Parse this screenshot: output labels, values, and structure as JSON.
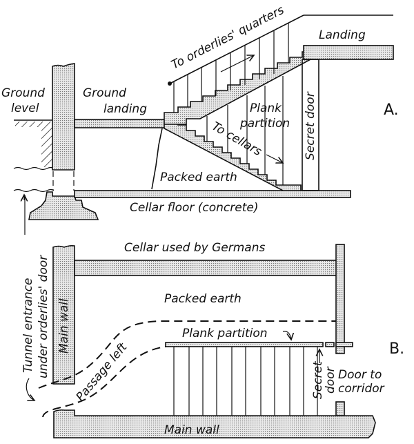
{
  "diagram": {
    "panel_a": {
      "marker": "A.",
      "labels": {
        "ground_level": [
          "Ground",
          "level"
        ],
        "ground_landing": [
          "Ground",
          "landing"
        ],
        "to_orderlies_quarters": "To orderlies' quarters",
        "landing": "Landing",
        "plank_partition": [
          "Plank",
          "partition"
        ],
        "to_cellars": "To cellars",
        "secret_door": "Secret door",
        "packed_earth": "Packed earth",
        "cellar_floor": "Cellar floor (concrete)"
      }
    },
    "panel_b": {
      "marker": "B.",
      "labels": {
        "cellar_used_by_germans": "Cellar used by Germans",
        "packed_earth": "Packed earth",
        "plank_partition": "Plank partition",
        "main_wall_left": "Main wall",
        "main_wall_bottom": "Main wall",
        "passage_left": "Passage left",
        "tunnel_entrance": [
          "Tunnel entrance",
          "under orderlies' door"
        ],
        "secret_door": [
          "Secret",
          "door"
        ],
        "door_to_corridor": [
          "Door to",
          "corridor"
        ]
      }
    }
  }
}
